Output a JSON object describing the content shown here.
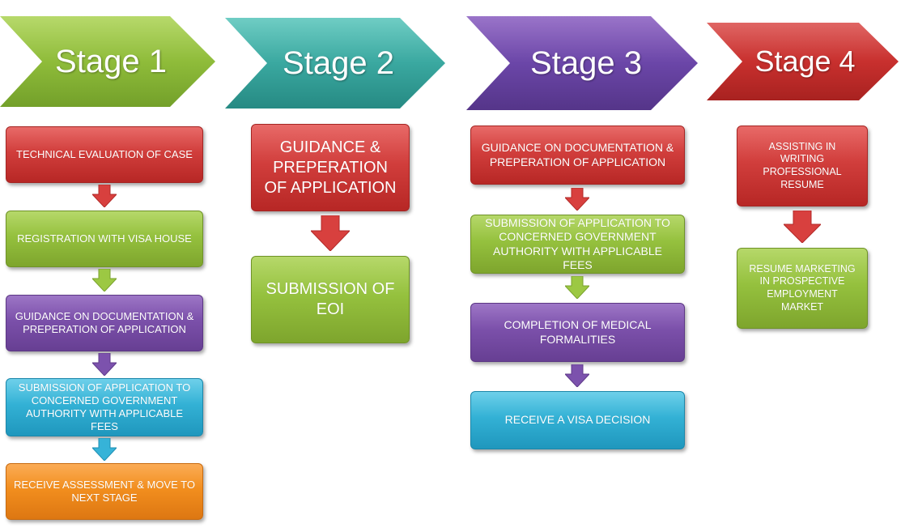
{
  "stages": [
    {
      "title": "Stage 1",
      "color": "#8fbc3a",
      "steps": [
        {
          "text": "TECHNICAL EVALUATION OF CASE",
          "color": "red"
        },
        {
          "text": "REGISTRATION WITH VISA HOUSE",
          "color": "green"
        },
        {
          "text": "GUIDANCE ON DOCUMENTATION & PREPERATION OF APPLICATION",
          "color": "purple"
        },
        {
          "text": "SUBMISSION OF APPLICATION TO CONCERNED GOVERNMENT AUTHORITY WITH APPLICABLE FEES",
          "color": "cyan"
        },
        {
          "text": "RECEIVE ASSESSMENT & MOVE TO NEXT STAGE",
          "color": "orange"
        }
      ]
    },
    {
      "title": "Stage 2",
      "color": "#3aa8a0",
      "steps": [
        {
          "text": "GUIDANCE & PREPERATION OF APPLICATION",
          "color": "red"
        },
        {
          "text": "SUBMISSION OF EOI",
          "color": "green"
        }
      ]
    },
    {
      "title": "Stage 3",
      "color": "#6b46a8",
      "steps": [
        {
          "text": "GUIDANCE ON DOCUMENTATION & PREPERATION OF APPLICATION",
          "color": "red"
        },
        {
          "text": "SUBMISSION OF APPLICATION TO CONCERNED GOVERNMENT AUTHORITY WITH APPLICABLE FEES",
          "color": "green"
        },
        {
          "text": "COMPLETION OF MEDICAL FORMALITIES",
          "color": "purple"
        },
        {
          "text": "RECEIVE A VISA DECISION",
          "color": "cyan"
        }
      ]
    },
    {
      "title": "Stage 4",
      "color": "#c8302e",
      "steps": [
        {
          "text": "ASSISTING IN WRITING PROFESSIONAL RESUME",
          "color": "red"
        },
        {
          "text": "RESUME MARKETING IN PROSPECTIVE EMPLOYMENT MARKET",
          "color": "green"
        }
      ]
    }
  ]
}
